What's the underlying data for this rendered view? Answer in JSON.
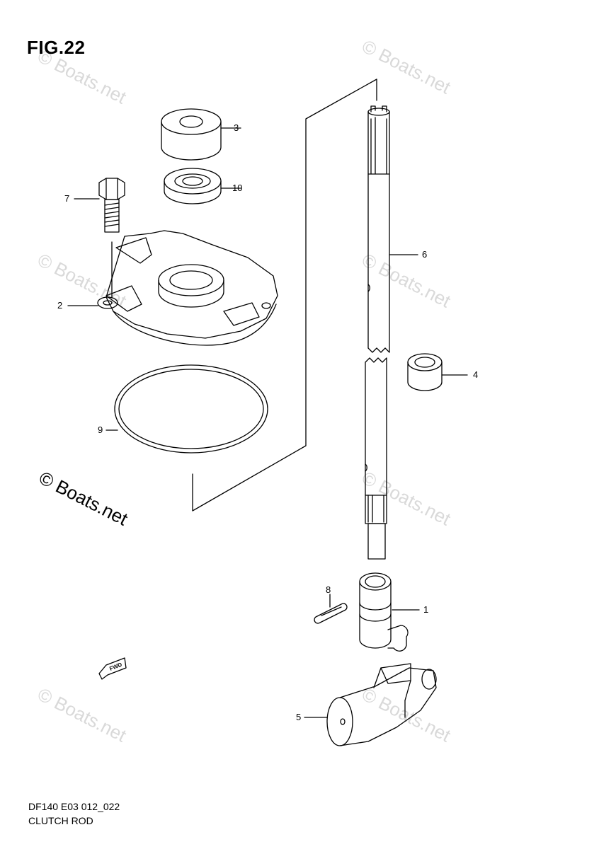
{
  "figure": {
    "title": "FIG.22",
    "code": "DF140 E03 012_022",
    "name": "CLUTCH ROD"
  },
  "watermark": {
    "text": "© Boats.net",
    "light_color": "#d9d9d9",
    "dark_color": "#000000"
  },
  "fwd_label": "FWD",
  "callouts": {
    "part_1": "1",
    "part_2": "2",
    "part_3": "3",
    "part_4": "4",
    "part_5": "5",
    "part_6": "6",
    "part_7": "7",
    "part_8": "8",
    "part_9": "9",
    "part_10": "10"
  }
}
